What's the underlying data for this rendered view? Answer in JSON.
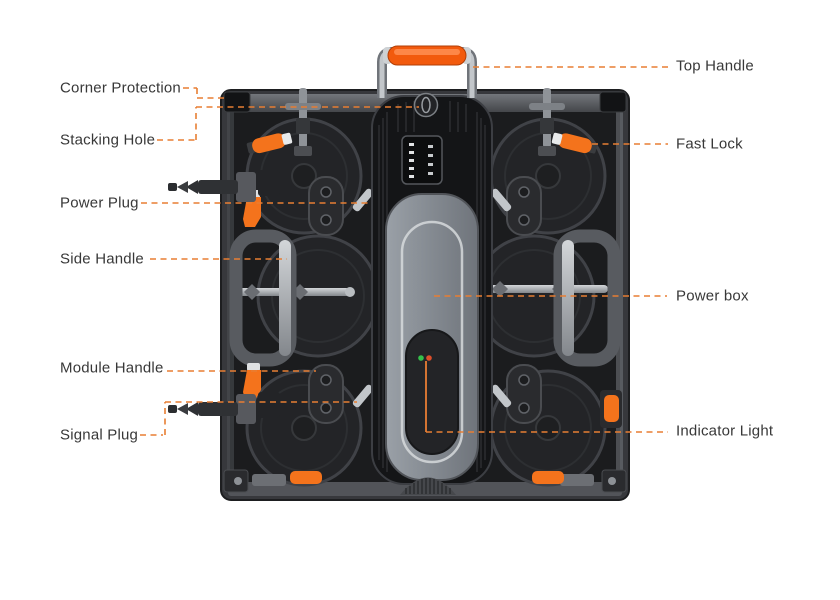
{
  "diagram": {
    "background": "#ffffff",
    "accent_color": "#E87E33",
    "labels": {
      "left": [
        {
          "id": "corner-protection",
          "text": "Corner Protection"
        },
        {
          "id": "stacking-hole",
          "text": "Stacking Hole"
        },
        {
          "id": "power-plug",
          "text": "Power Plug"
        },
        {
          "id": "side-handle",
          "text": "Side Handle"
        },
        {
          "id": "module-handle",
          "text": "Module Handle"
        },
        {
          "id": "signal-plug",
          "text": "Signal Plug"
        }
      ],
      "right": [
        {
          "id": "top-handle",
          "text": "Top Handle"
        },
        {
          "id": "fast-lock",
          "text": "Fast Lock"
        },
        {
          "id": "power-box",
          "text": "Power box"
        },
        {
          "id": "indicator-light",
          "text": "Indicator Light"
        }
      ]
    },
    "panel": {
      "handle_color": "#F25A0D",
      "lock_color": "#F4731C",
      "indicator_green": "#34C04A",
      "indicator_red": "#DD4E2A"
    }
  }
}
